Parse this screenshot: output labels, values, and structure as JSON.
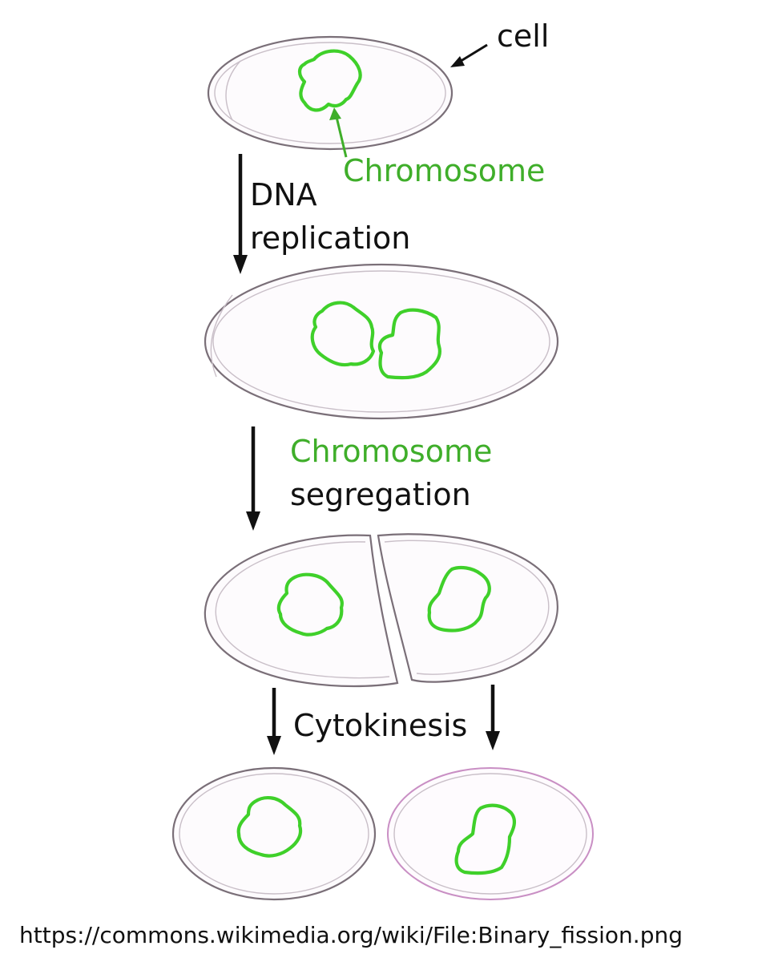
{
  "labels": {
    "cell": "cell",
    "chromosome_callout": "Chromosome",
    "dna_line1": "DNA",
    "dna_line2": "replication",
    "segregation_line1": "Chromosome",
    "segregation_line2": "segregation",
    "cytokinesis": "Cytokinesis"
  },
  "source_url": "https://commons.wikimedia.org/wiki/File:Binary_fission.png",
  "colors": {
    "chromosome": "#3fd02a",
    "green_text": "#3fae2a",
    "cell_outline": "#7a6f78",
    "daughter_cell_pink": "#c98fc4",
    "arrow": "#111111"
  }
}
